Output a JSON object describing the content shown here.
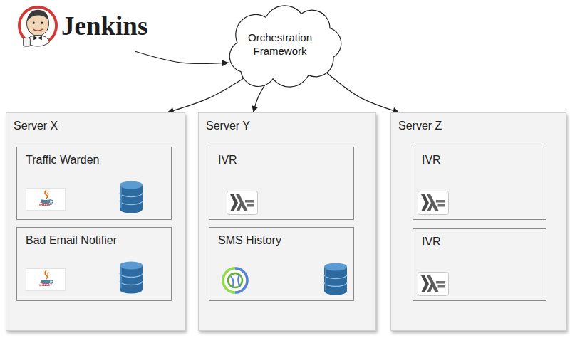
{
  "diagram": {
    "nodes": [
      {
        "text": [
          "Jenkins"
        ]
      },
      {
        "text": [
          "Orchestration Framework"
        ]
      },
      {
        "text": [
          "Server X"
        ]
      },
      {
        "text": [
          "Traffic Warden"
        ],
        "in": 2
      },
      {
        "text": [
          "Bad Email Notifier"
        ],
        "in": 2
      },
      {
        "text": [
          "Server Y"
        ]
      },
      {
        "text": [
          "IVR"
        ],
        "in": 5
      },
      {
        "text": [
          "SMS History"
        ],
        "in": 5
      },
      {
        "text": [
          "Server Z"
        ]
      },
      {
        "text": [
          "IVR"
        ],
        "in": 8
      },
      {
        "text": [
          "IVR"
        ],
        "in": 8
      }
    ],
    "edges": [
      {
        "from": 0,
        "to": 1,
        "arrow": "to"
      },
      {
        "from": 1,
        "to": 2,
        "arrow": "to"
      },
      {
        "from": 1,
        "to": 5,
        "arrow": "to"
      },
      {
        "from": 1,
        "to": 8,
        "arrow": "to"
      }
    ],
    "labels": [
      "Java",
      "Java"
    ]
  }
}
